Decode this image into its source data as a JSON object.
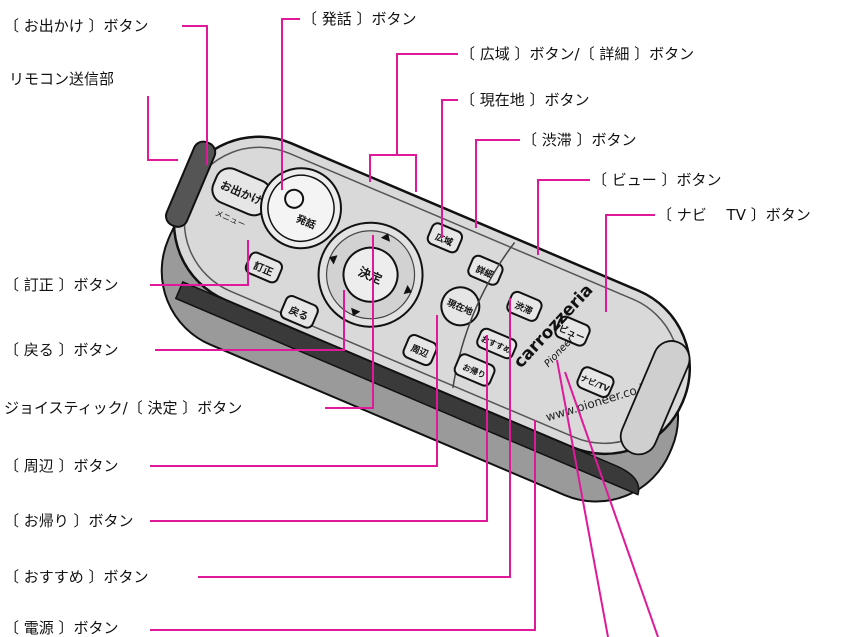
{
  "colors": {
    "leader": "#e0199a",
    "body": "#d9d9d9",
    "outline": "#111111",
    "button": "#e6e6e6"
  },
  "labels": {
    "odekake": "〔 お出かけ 〕ボタン",
    "remocon": "リモコン送信部",
    "hatsuwa": "〔 発話 〕ボタン",
    "kouiki": "〔 広域 〕ボタン/〔 詳細 〕ボタン",
    "genzaichi": "〔 現在地 〕ボタン",
    "juutai": "〔 渋滞 〕ボタン",
    "view": "〔 ビュー 〕ボタン",
    "navitv": "〔 ナビ　 TV 〕ボタン",
    "teisei": "〔 訂正 〕ボタン",
    "modoru": "〔 戻る 〕ボタン",
    "joystick": "ジョイスティック/〔 決定 〕ボタン",
    "shuuhen": "〔 周辺 〕ボタン",
    "okaeri": "〔 お帰り 〕ボタン",
    "osusume": "〔 おすすめ 〕ボタン",
    "dengen": "〔 電源 〕ボタン"
  },
  "device": {
    "brand": "carrozzeria",
    "maker": "Pioneer",
    "url": "www.pioneer.co.jp",
    "keys": {
      "odekake": "お出かけ",
      "menu": "メニュー",
      "hatsuwa": "発話",
      "teisei": "訂正",
      "kettei": "決定",
      "modoru": "戻る",
      "kouiki": "広域",
      "shousai": "詳細",
      "genzaichi": "現在地",
      "juutai": "渋滞",
      "view": "ビュー",
      "shuuhen": "周辺",
      "osusume": "おすすめ",
      "okaeri": "お帰り",
      "navitv": "ナビ/TV"
    }
  }
}
